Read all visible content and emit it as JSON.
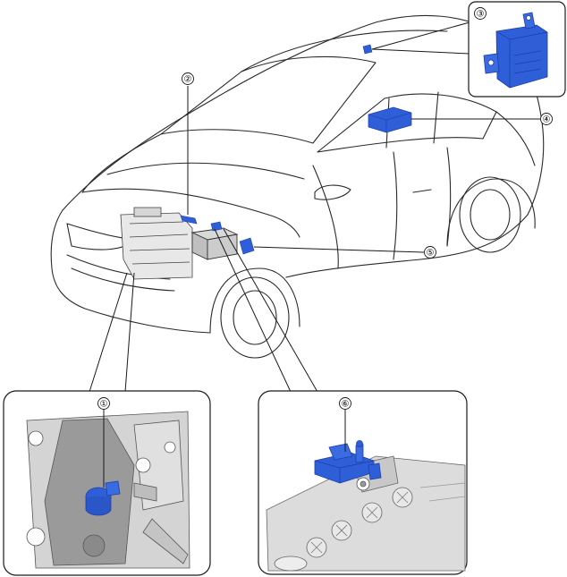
{
  "diagram": {
    "callouts": [
      {
        "id": "1",
        "label": "①"
      },
      {
        "id": "2",
        "label": "②"
      },
      {
        "id": "3",
        "label": "③"
      },
      {
        "id": "4",
        "label": "④"
      },
      {
        "id": "5",
        "label": "⑤"
      },
      {
        "id": "6",
        "label": "⑥"
      }
    ],
    "colors": {
      "component": "#2f5fd8",
      "component_dark": "#1c3fa8",
      "line": "#2a2a2a",
      "frame": "#1a1a1a"
    }
  }
}
